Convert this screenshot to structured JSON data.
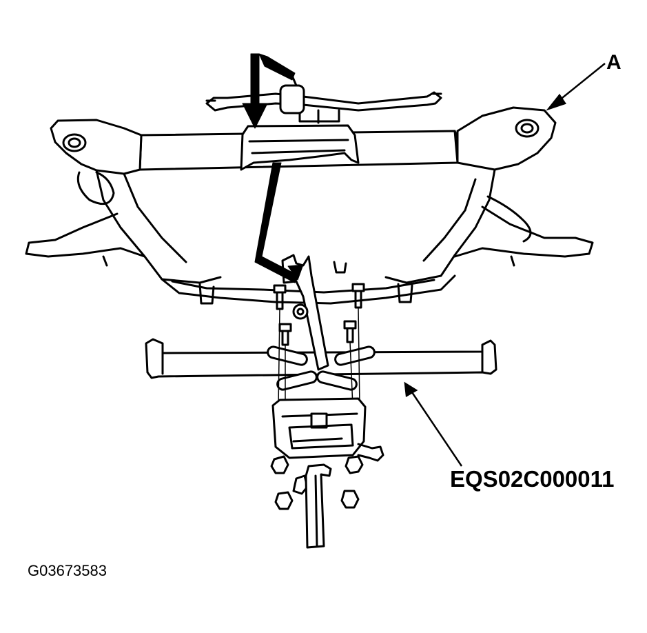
{
  "callouts": {
    "subframe": "A",
    "tool": "EQS02C000011"
  },
  "figure_id": "G03673583",
  "colors": {
    "ink": "#000000",
    "paper": "#ffffff"
  }
}
